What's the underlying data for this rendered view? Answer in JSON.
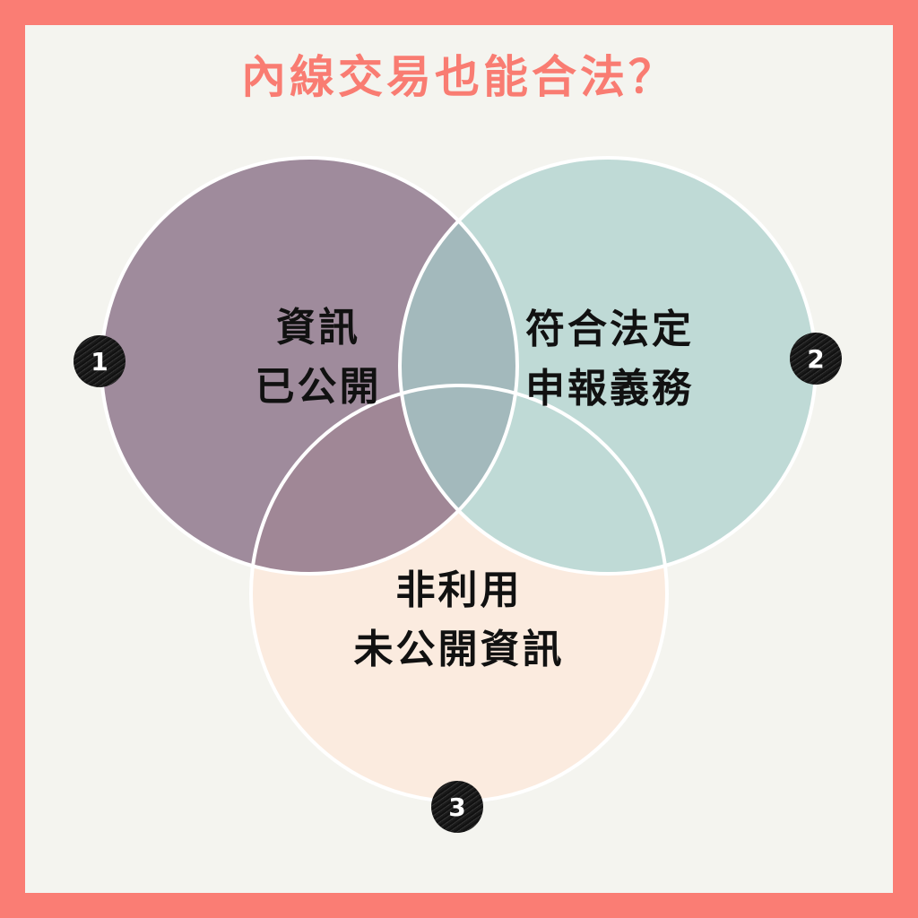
{
  "title": "內線交易也能合法？",
  "colors": {
    "border": "#fa7d74",
    "background": "#f4f4ef",
    "title": "#f97c72",
    "circle1": "#9f8b9c",
    "circle2": "#bfdad6",
    "circle3": "#fbebdf",
    "overlap12": "#a3b9bc",
    "overlap13": "#a08796",
    "stroke": "#ffffff"
  },
  "circles": [
    {
      "number": "1",
      "line1": "資訊",
      "line2": "已公開"
    },
    {
      "number": "2",
      "line1": "符合法定",
      "line2": "申報義務"
    },
    {
      "number": "3",
      "line1": "非利用",
      "line2": "未公開資訊"
    }
  ]
}
